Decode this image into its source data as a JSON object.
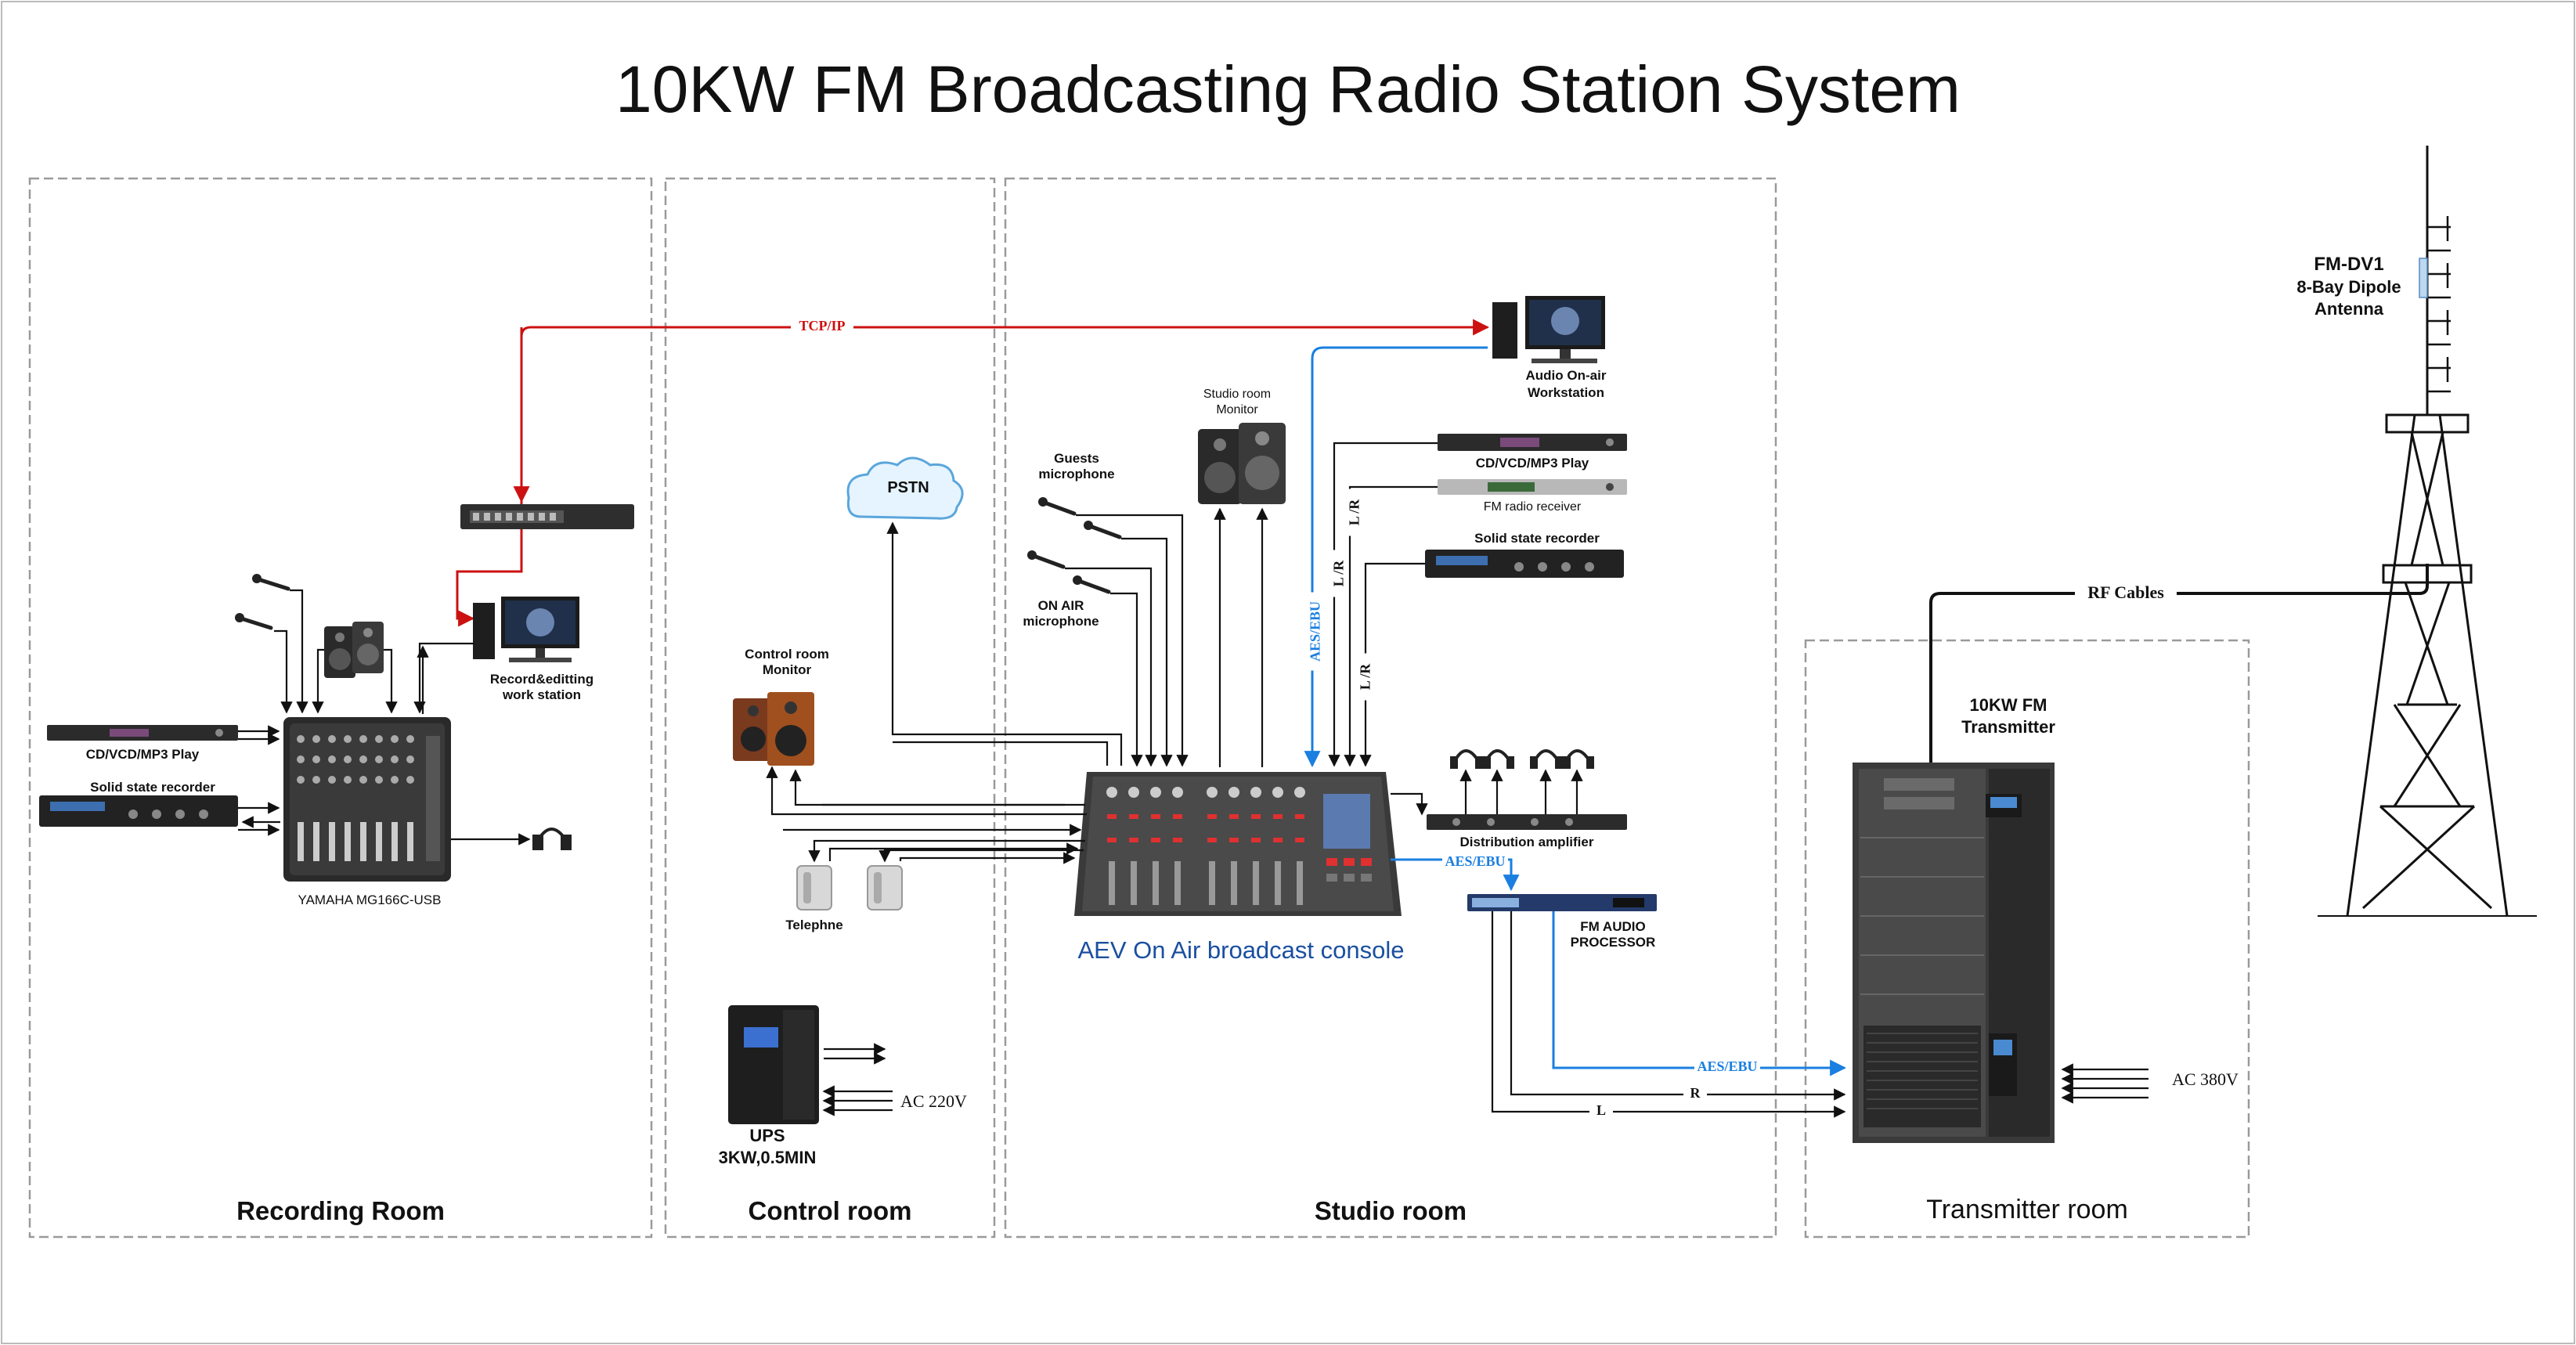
{
  "title": "10KW FM Broadcasting Radio Station System",
  "rooms": {
    "recording": "Recording Room",
    "control": "Control  room",
    "studio": "Studio  room",
    "transmitter": "Transmitter room"
  },
  "devices": {
    "cd_player_rec": "CD/VCD/MP3 Play",
    "ss_recorder_rec": "Solid state  recorder",
    "mixer": "YAMAHA MG166C-USB",
    "record_ws_1": "Record&editting",
    "record_ws_2": "work station",
    "control_monitor_1": "Control room",
    "control_monitor_2": "Monitor",
    "pstn": "PSTN",
    "telephone": "Telephne",
    "ups_1": "UPS",
    "ups_2": "3KW,0.5MIN",
    "ac_220": "AC  220V",
    "guest_mic_1": "Guests",
    "guest_mic_2": "microphone",
    "onair_mic_1": "ON AIR",
    "onair_mic_2": "microphone",
    "studio_monitor_1": "Studio room",
    "studio_monitor_2": "Monitor",
    "workstation_1": "Audio On-air",
    "workstation_2": "Workstation",
    "cd_player_studio": "CD/VCD/MP3 Play",
    "fm_receiver": "FM radio receiver",
    "ss_recorder_studio": "Solid state  recorder",
    "console": "AEV On Air broadcast console",
    "dist_amp": "Distribution amplifier",
    "processor_1": "FM AUDIO",
    "processor_2": "PROCESSOR",
    "transmitter_1": "10KW FM",
    "transmitter_2": "Transmitter",
    "ac_380": "AC  380V",
    "antenna_1": "FM-DV1",
    "antenna_2": "8-Bay Dipole",
    "antenna_3": "Antenna"
  },
  "links": {
    "tcpip": "TCP/IP",
    "rf_cables": "RF Cables",
    "aes_ebu_1": "AES/EBU",
    "aes_ebu_2": "AES/EBU",
    "aes_ebu_3": "AES/EBU",
    "lr_1": "L /R",
    "lr_2": "L /R",
    "lr_3": "L /R",
    "r": "R",
    "l": "L"
  },
  "colors": {
    "tcpip_line": "#cc1111",
    "aes_line": "#1a7fe0",
    "signal_line": "#111111",
    "room_border": "#9a9a9a",
    "console_label": "#1a4fa0"
  }
}
